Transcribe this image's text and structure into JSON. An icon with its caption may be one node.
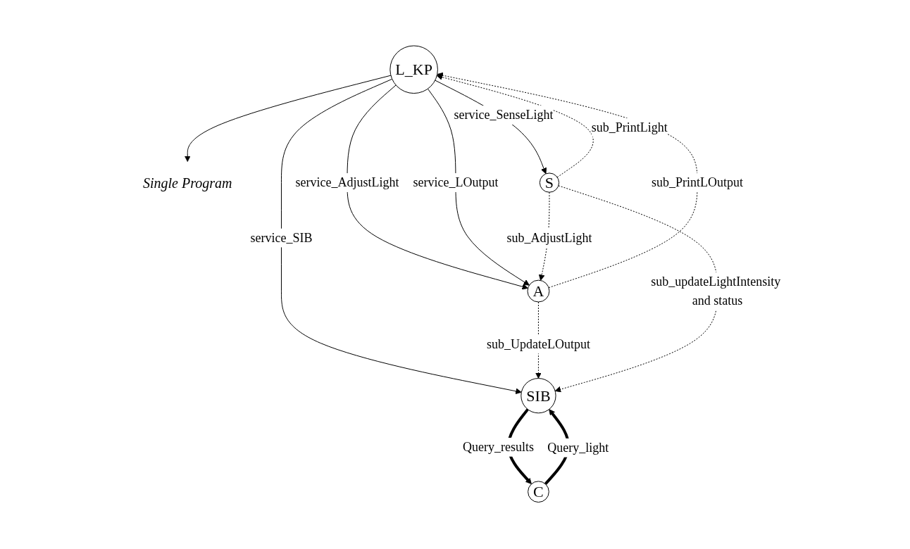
{
  "diagram": {
    "nodes": [
      {
        "text": [
          "L_KP"
        ]
      },
      {
        "text": [
          "Single Program"
        ]
      },
      {
        "text": [
          "C"
        ]
      },
      {
        "text": [
          "S"
        ]
      },
      {
        "text": [
          "A"
        ]
      },
      {
        "text": [
          "SIB"
        ]
      }
    ],
    "edges": [
      {
        "from": 0,
        "to": 1,
        "arrow": "to"
      },
      {
        "from": 0,
        "to": 3,
        "arrow": "to",
        "label": "service_SenseLight"
      },
      {
        "from": 3,
        "to": 0,
        "arrow": "to",
        "label": "sub_PrintLight",
        "style": "dashed"
      },
      {
        "from": 0,
        "to": 4,
        "arrow": "to",
        "label": "service_AdjustLight"
      },
      {
        "from": 4,
        "to": 0,
        "arrow": "to",
        "label": "sub_PrintLOutput",
        "style": "dashed"
      },
      {
        "from": 0,
        "to": 4,
        "arrow": "to",
        "label": "service_LOutput"
      },
      {
        "from": 0,
        "to": 5,
        "arrow": "to",
        "label": "service_SIB"
      },
      {
        "from": 5,
        "to": 2,
        "arrow": "to",
        "label": "Query_results",
        "style": "thick"
      },
      {
        "from": 2,
        "to": 5,
        "arrow": "to",
        "label": "Query_light",
        "style": "thick"
      },
      {
        "from": 3,
        "to": 4,
        "arrow": "to",
        "label": "sub_AdjustLight",
        "style": "dashed"
      },
      {
        "from": 4,
        "to": 5,
        "arrow": "to",
        "label": "sub_UpdateLOutput",
        "style": "dashed"
      },
      {
        "from": 3,
        "to": 5,
        "arrow": "to",
        "label": "sub_updateLightIntensity and status",
        "style": "dashed"
      }
    ]
  }
}
